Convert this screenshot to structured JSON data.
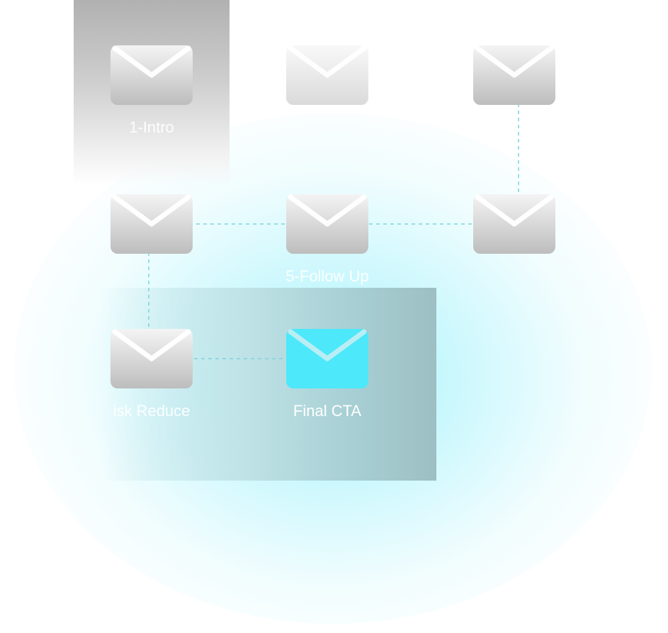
{
  "diagram": {
    "colors": {
      "accent": "#4de8f9",
      "envelope_top": "#f4f4f4",
      "envelope_bottom": "#bdbdbd",
      "connector": "#7fd3dc"
    },
    "nodes": [
      {
        "id": "intro",
        "label": "1-Intro",
        "icon": "envelope-icon",
        "state": "normal"
      },
      {
        "id": "step2",
        "label": "",
        "icon": "envelope-icon",
        "state": "faded"
      },
      {
        "id": "step3",
        "label": "",
        "icon": "envelope-icon",
        "state": "normal"
      },
      {
        "id": "step4",
        "label": "",
        "icon": "envelope-icon",
        "state": "normal"
      },
      {
        "id": "follow-up",
        "label": "5-Follow Up",
        "icon": "envelope-icon",
        "state": "normal"
      },
      {
        "id": "step6",
        "label": "",
        "icon": "envelope-icon",
        "state": "normal"
      },
      {
        "id": "risk-reduce",
        "label": "isk Reduce",
        "icon": "envelope-icon",
        "state": "normal"
      },
      {
        "id": "final-cta",
        "label": "Final CTA",
        "icon": "envelope-icon",
        "state": "active"
      }
    ],
    "connections": [
      [
        "step3",
        "step6"
      ],
      [
        "step6",
        "follow-up"
      ],
      [
        "follow-up",
        "step4"
      ],
      [
        "step4",
        "risk-reduce"
      ],
      [
        "risk-reduce",
        "final-cta"
      ]
    ]
  }
}
